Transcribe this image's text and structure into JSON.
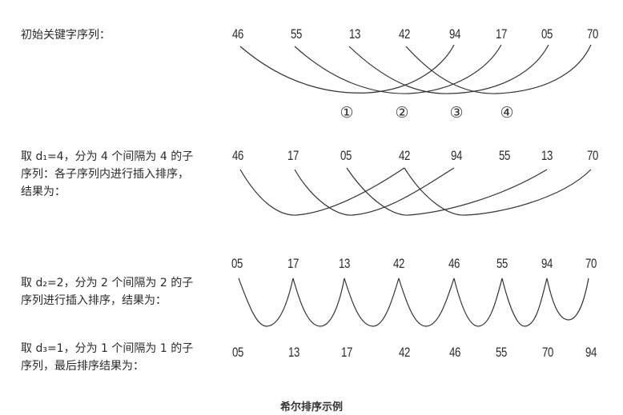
{
  "steps": [
    {
      "id": "initial",
      "label_lines": [
        "初始关键字序列："
      ],
      "values": [
        "46",
        "55",
        "13",
        "42",
        "94",
        "17",
        "05",
        "70"
      ],
      "group_markers": [
        "①",
        "②",
        "③",
        "④"
      ]
    },
    {
      "id": "d1",
      "label_lines": [
        "取 d₁=4，分为 4 个间隔为 4 的子",
        "序列：各子序列内进行插入排序，",
        "结果为："
      ],
      "values": [
        "46",
        "17",
        "05",
        "42",
        "94",
        "55",
        "13",
        "70"
      ]
    },
    {
      "id": "d2",
      "label_lines": [
        "取 d₂=2，分为 2 个间隔为 2 的子",
        "序列进行插入排序，结果为："
      ],
      "values": [
        "05",
        "17",
        "13",
        "42",
        "46",
        "55",
        "94",
        "70"
      ]
    },
    {
      "id": "d3",
      "label_lines": [
        "取 d₃=1，分为 1 个间隔为 1 的子",
        "序列，最后排序结果为："
      ],
      "values": [
        "05",
        "13",
        "17",
        "42",
        "46",
        "55",
        "70",
        "94"
      ]
    }
  ],
  "caption": "希尔排序示例"
}
